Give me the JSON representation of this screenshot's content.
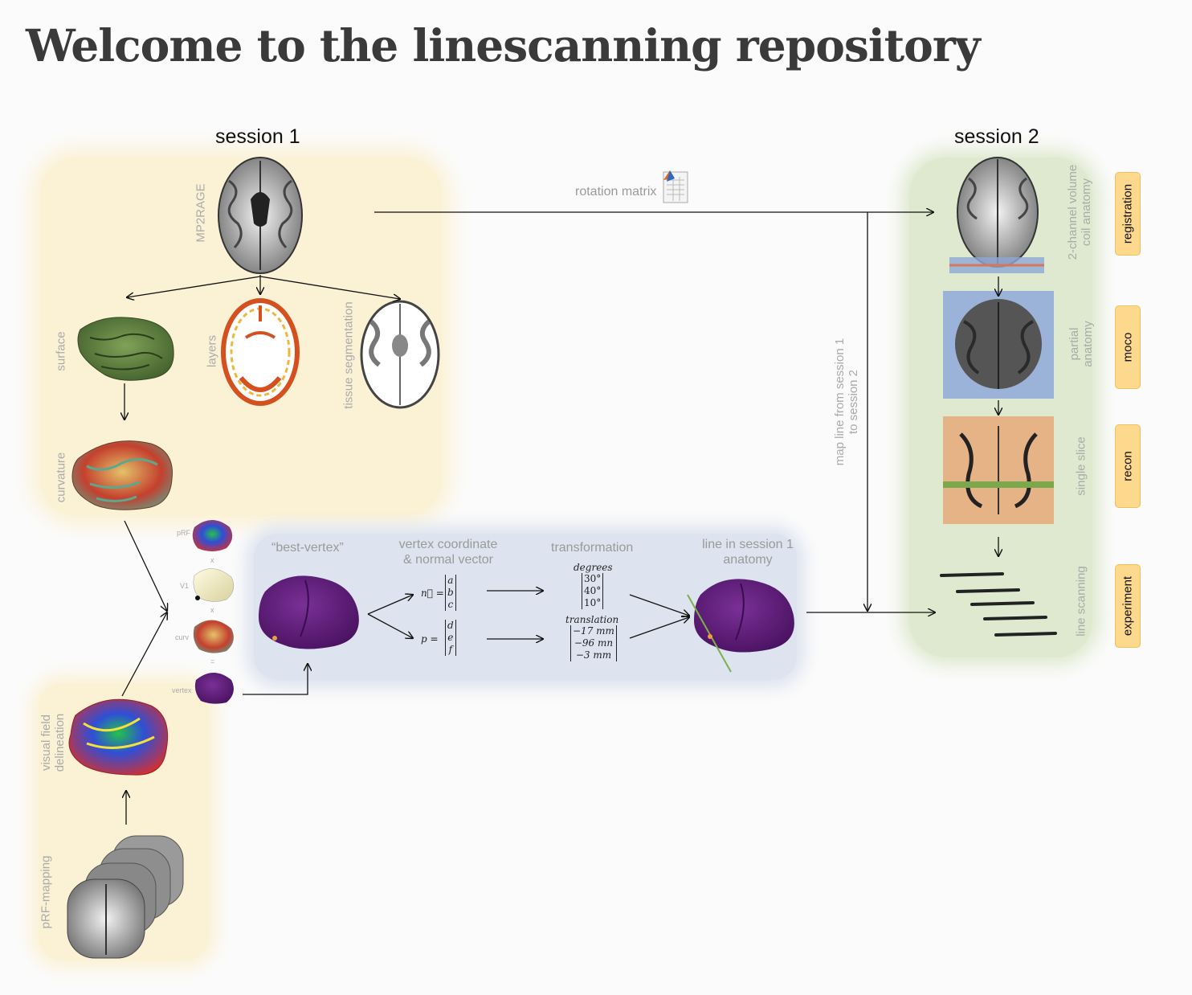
{
  "title": "Welcome to the linescanning repository",
  "session1": {
    "label": "session 1",
    "mp2rage": "MP2RAGE",
    "surface": "surface",
    "layers": "layers",
    "tissue": "tissue segmentation",
    "curvature": "curvature"
  },
  "session2": {
    "label": "session 2",
    "coil_anatomy_1": "2-channel volume",
    "coil_anatomy_2": "coil anatomy",
    "partial_1": "partial",
    "partial_2": "anatomy",
    "single_slice": "single slice",
    "line_scanning": "line scanning"
  },
  "rotation_matrix": "rotation matrix",
  "map_line_1": "map line from session 1",
  "map_line_2": "to session 2",
  "visual_field_1": "visual field",
  "visual_field_2": "delineation",
  "prf_mapping": "pRF-mapping",
  "stack": {
    "prf": "pRF",
    "v1": "V1",
    "curv": "curv",
    "vertex": "vertex",
    "times": "x",
    "equals": "="
  },
  "mid": {
    "best_vertex": "“best-vertex”",
    "vertex_coord_1": "vertex coordinate",
    "vertex_coord_2": "& normal vector",
    "transformation": "transformation",
    "line_in_1": "line in session 1",
    "line_in_2": "anatomy",
    "n_eq": "n⃗ =",
    "p_eq": "p =",
    "n_vec": [
      "a",
      "b",
      "c"
    ],
    "p_vec": [
      "d",
      "e",
      "f"
    ],
    "degrees_label": "degrees",
    "degrees": [
      "30°",
      "40°",
      "10°"
    ],
    "translation_label": "translation",
    "translation": [
      "−17 mm",
      "−96 mn",
      "−3 mm"
    ]
  },
  "steps": [
    "registration",
    "moco",
    "recon",
    "experiment"
  ],
  "colors": {
    "session1_bg": "#fbf1d5",
    "session2_bg": "#dfe9cf",
    "middle_bg": "#dde3ef",
    "step_button": "#fcd98c",
    "vertex_purple": "#5e1e78"
  }
}
